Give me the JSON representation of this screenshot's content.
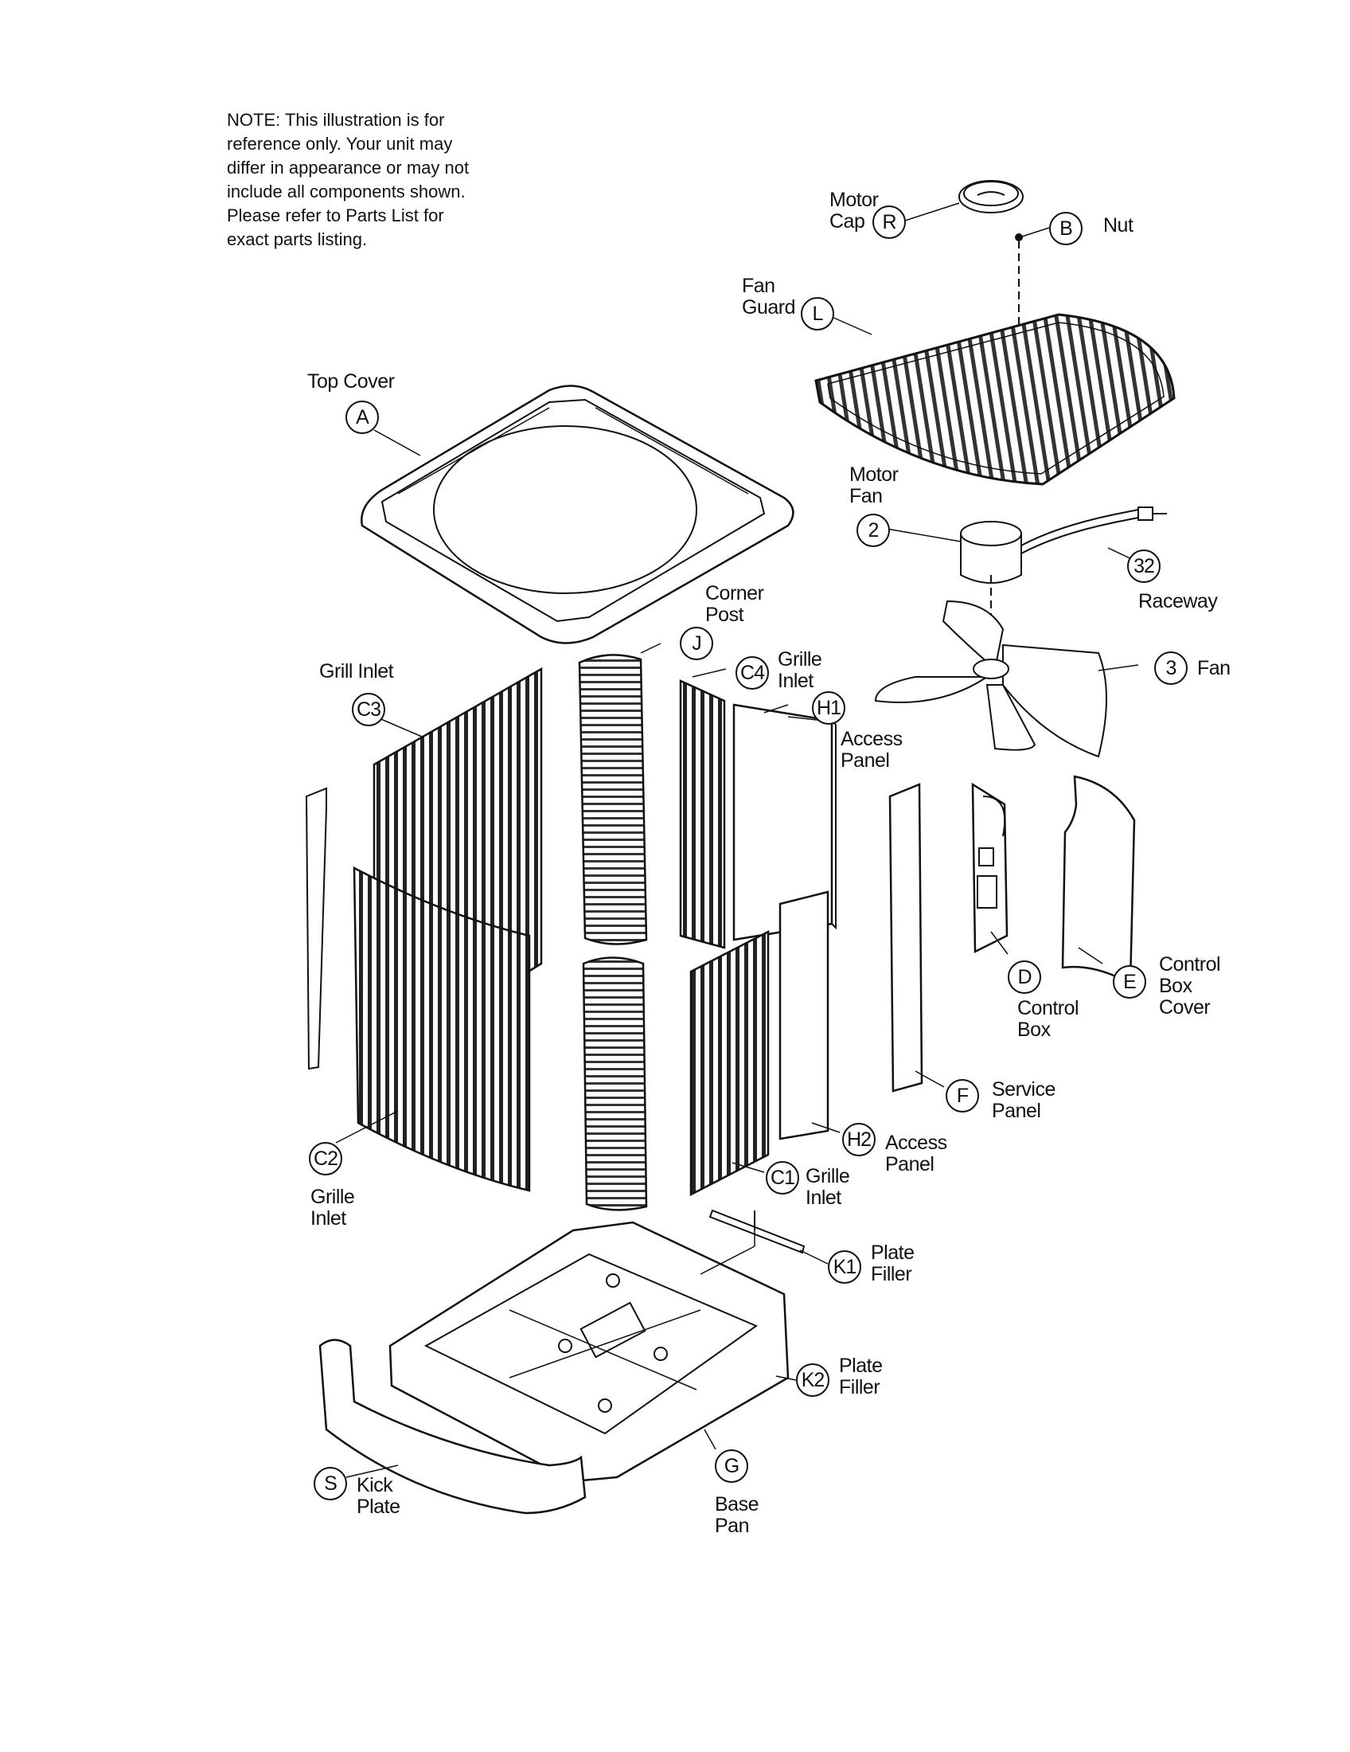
{
  "note": {
    "lines": [
      "NOTE: This illustration is for",
      "reference only.  Your unit may",
      "differ in appearance or may not",
      "include all components shown.",
      "Please refer to Parts List for",
      "exact parts listing."
    ]
  },
  "parts": {
    "motor_cap": {
      "callout": "R",
      "name": [
        "Motor",
        "Cap"
      ]
    },
    "nut": {
      "callout": "B",
      "name": [
        "Nut"
      ]
    },
    "fan_guard": {
      "callout": "L",
      "name": [
        "Fan",
        "Guard"
      ]
    },
    "top_cover": {
      "callout": "A",
      "name": [
        "Top Cover"
      ]
    },
    "motor_fan": {
      "callout": "2",
      "name": [
        "Motor",
        "Fan"
      ]
    },
    "raceway": {
      "callout": "32",
      "name": [
        "Raceway"
      ]
    },
    "corner_post": {
      "callout": "J",
      "name": [
        "Corner",
        "Post"
      ]
    },
    "grill_inlet_c3": {
      "callout": "C3",
      "name": [
        "Grill Inlet"
      ]
    },
    "grille_inlet_c4": {
      "callout": "C4",
      "name": [
        "Grille",
        "Inlet"
      ]
    },
    "fan": {
      "callout": "3",
      "name": [
        "Fan"
      ]
    },
    "access_panel_h1": {
      "callout": "H1",
      "name": [
        "Access",
        "Panel"
      ]
    },
    "control_box": {
      "callout": "D",
      "name": [
        "Control",
        "Box"
      ]
    },
    "control_box_cover": {
      "callout": "E",
      "name": [
        "Control",
        "Box",
        "Cover"
      ]
    },
    "service_panel": {
      "callout": "F",
      "name": [
        "Service",
        "Panel"
      ]
    },
    "access_panel_h2": {
      "callout": "H2",
      "name": [
        "Access",
        "Panel"
      ]
    },
    "grille_inlet_c2": {
      "callout": "C2",
      "name": [
        "Grille",
        "Inlet"
      ]
    },
    "grille_inlet_c1": {
      "callout": "C1",
      "name": [
        "Grille",
        "Inlet"
      ]
    },
    "plate_filler_k1": {
      "callout": "K1",
      "name": [
        "Plate",
        "Filler"
      ]
    },
    "plate_filler_k2": {
      "callout": "K2",
      "name": [
        "Plate",
        "Filler"
      ]
    },
    "kick_plate": {
      "callout": "S",
      "name": [
        "Kick",
        "Plate"
      ]
    },
    "base_pan": {
      "callout": "G",
      "name": [
        "Base",
        "Pan"
      ]
    }
  }
}
